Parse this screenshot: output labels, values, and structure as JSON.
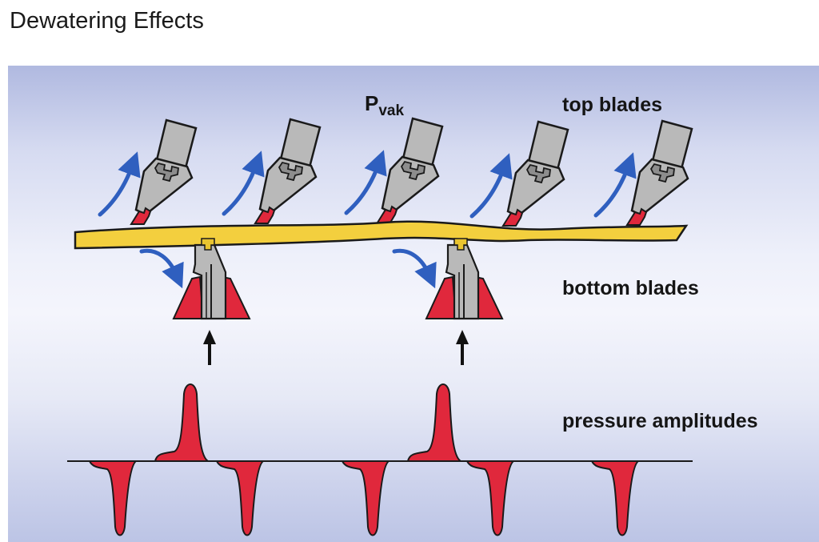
{
  "title": "Dewatering Effects",
  "labels": {
    "pvak_main": "P",
    "pvak_sub": "vak",
    "top_blades": "top blades",
    "bottom_blades": "bottom blades",
    "pressure_amplitudes": "pressure amplitudes"
  },
  "components": {
    "top_blade_count": 5,
    "bottom_blade_count": 2,
    "pressure_positive_pulses": 2,
    "pressure_negative_pulses": 5
  },
  "colors": {
    "fabric": "#f3cf3e",
    "blade_gray": "#b9b9b9",
    "blade_insert": "#8d8d8d",
    "blade_tip_red": "#e0283c",
    "arrow_blue": "#2f5fbf",
    "pressure_red": "#e0283c",
    "outline": "#1a1a1a"
  }
}
